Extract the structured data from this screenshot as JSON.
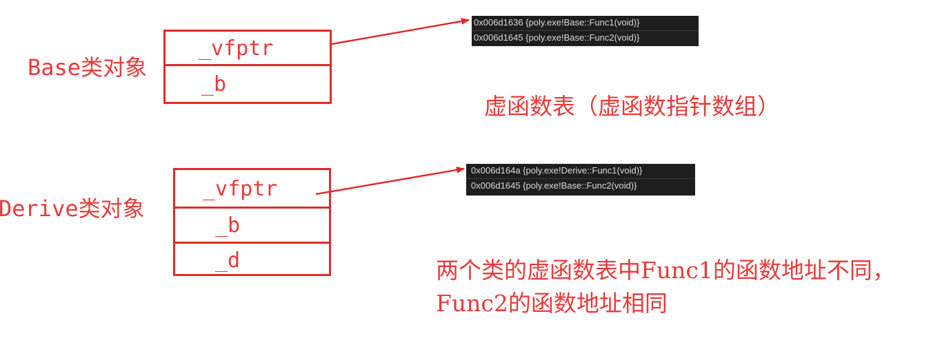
{
  "base": {
    "label": "Base类对象",
    "fields": [
      "_vfptr",
      "_b"
    ],
    "vtable": [
      "0x006d1636 {poly.exe!Base::Func1(void)}",
      "0x006d1645 {poly.exe!Base::Func2(void)}"
    ]
  },
  "derive": {
    "label": "Derive类对象",
    "fields": [
      "_vfptr",
      "_b",
      "_d"
    ],
    "vtable": [
      "0x006d164a {poly.exe!Derive::Func1(void)}",
      "0x006d1645 {poly.exe!Base::Func2(void)}"
    ]
  },
  "vtable_caption": "虚函数表（虚函数指针数组）",
  "conclusion": {
    "line1": "两个类的虚函数表中Func1的函数地址不同，",
    "line2": "Func2的函数地址相同"
  },
  "colors": {
    "accent": "#e02a2a",
    "vtable_bg": "#1e1e1e"
  }
}
